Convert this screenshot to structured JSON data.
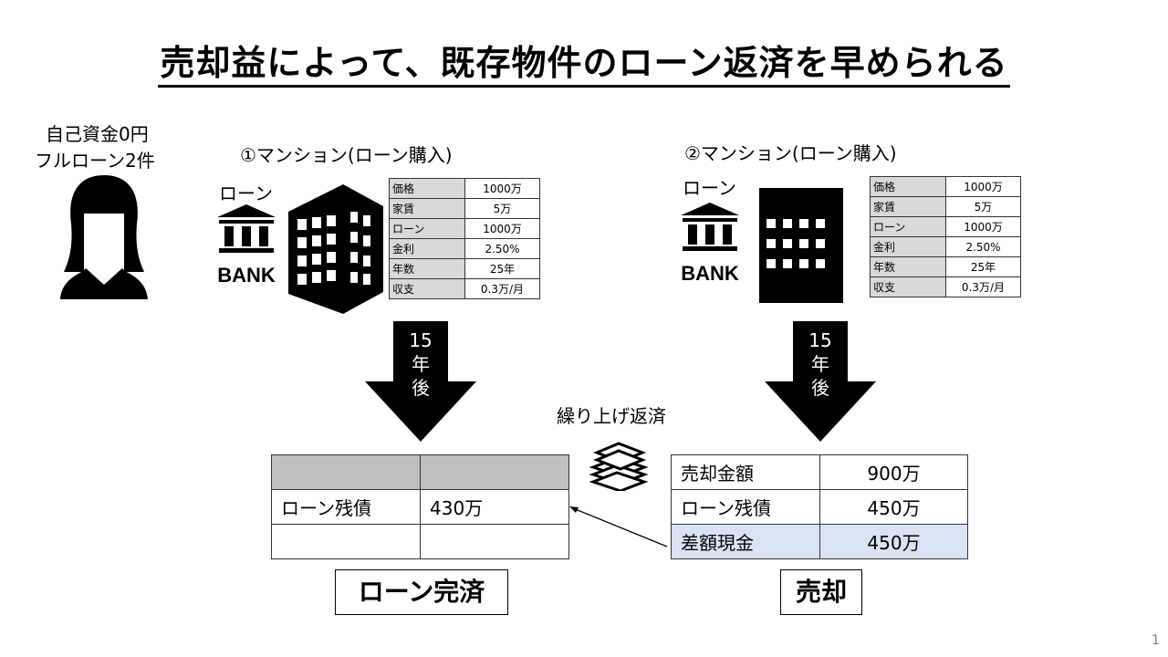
{
  "title": "売却益によって、既存物件のローン返済を早められる",
  "investor": {
    "line1": "自己資金0円",
    "line2": "フルローン2件"
  },
  "property1": {
    "heading": "①マンション(ローン購入)",
    "loan_label": "ローン",
    "bank_text": "BANK",
    "rows": [
      {
        "k": "価格",
        "v": "1000万"
      },
      {
        "k": "家賃",
        "v": "5万"
      },
      {
        "k": "ローン",
        "v": "1000万"
      },
      {
        "k": "金利",
        "v": "2.50%"
      },
      {
        "k": "年数",
        "v": "25年"
      },
      {
        "k": "収支",
        "v": "0.3万/月"
      }
    ],
    "arrow_lines": [
      "15",
      "年",
      "後"
    ],
    "result": {
      "header": [
        "",
        ""
      ],
      "rows": [
        {
          "k": "ローン残債",
          "v": "430万"
        },
        {
          "k": "",
          "v": ""
        }
      ]
    },
    "result_label": "ローン完済"
  },
  "property2": {
    "heading": "②マンション(ローン購入)",
    "loan_label": "ローン",
    "bank_text": "BANK",
    "rows": [
      {
        "k": "価格",
        "v": "1000万"
      },
      {
        "k": "家賃",
        "v": "5万"
      },
      {
        "k": "ローン",
        "v": "1000万"
      },
      {
        "k": "金利",
        "v": "2.50%"
      },
      {
        "k": "年数",
        "v": "25年"
      },
      {
        "k": "収支",
        "v": "0.3万/月"
      }
    ],
    "arrow_lines": [
      "15",
      "年",
      "後"
    ],
    "result": {
      "rows": [
        {
          "k": "売却金額",
          "v": "900万"
        },
        {
          "k": "ローン残債",
          "v": "450万"
        },
        {
          "k": "差額現金",
          "v": "450万"
        }
      ]
    },
    "result_label": "売却"
  },
  "prepay_label": "繰り上げ返済",
  "page_number": "1",
  "colors": {
    "header_gray": "#bfbfbf",
    "key_gray": "#d9d9d9",
    "highlight_blue": "#dae3f3"
  }
}
